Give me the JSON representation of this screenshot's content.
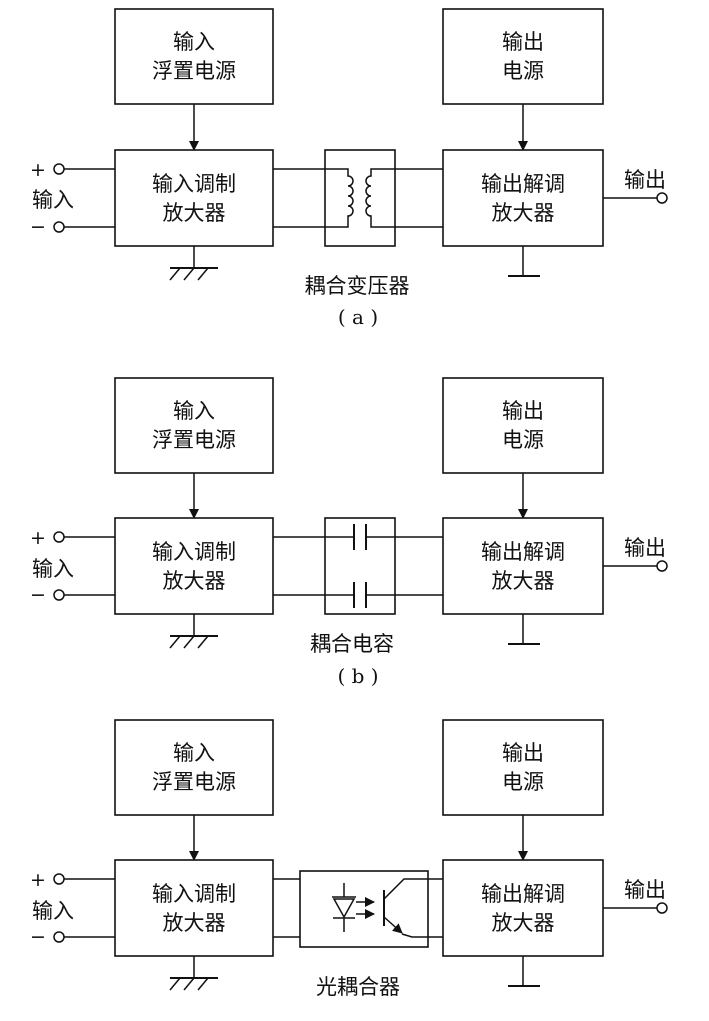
{
  "panel_a": {
    "input_power_line1": "输入",
    "input_power_line2": "浮置电源",
    "output_power_line1": "输出",
    "output_power_line2": "电源",
    "modulator_line1": "输入调制",
    "modulator_line2": "放大器",
    "demodulator_line1": "输出解调",
    "demodulator_line2": "放大器",
    "coupler_label": "耦合变压器",
    "sub_label": "( a )",
    "input_label": "输入",
    "output_label": "输出",
    "plus": "+",
    "minus": "−"
  },
  "panel_b": {
    "input_power_line1": "输入",
    "input_power_line2": "浮置电源",
    "output_power_line1": "输出",
    "output_power_line2": "电源",
    "modulator_line1": "输入调制",
    "modulator_line2": "放大器",
    "demodulator_line1": "输出解调",
    "demodulator_line2": "放大器",
    "coupler_label": "耦合电容",
    "sub_label": "( b )",
    "input_label": "输入",
    "output_label": "输出",
    "plus": "+",
    "minus": "−"
  },
  "panel_c": {
    "input_power_line1": "输入",
    "input_power_line2": "浮置电源",
    "output_power_line1": "输出",
    "output_power_line2": "电源",
    "modulator_line1": "输入调制",
    "modulator_line2": "放大器",
    "demodulator_line1": "输出解调",
    "demodulator_line2": "放大器",
    "coupler_label": "光耦合器",
    "input_label": "输入",
    "output_label": "输出",
    "plus": "+",
    "minus": "−"
  }
}
